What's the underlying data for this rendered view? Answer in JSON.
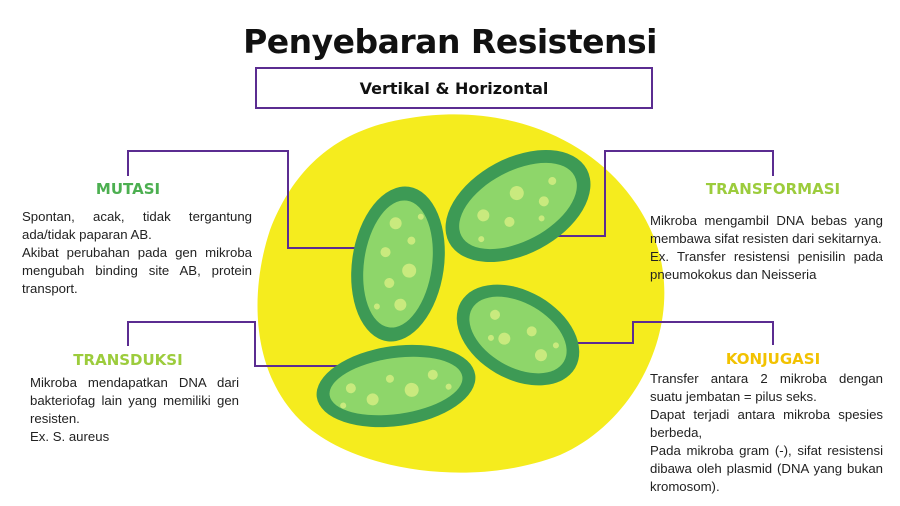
{
  "header": {
    "title": "Penyebaran Resistensi",
    "subtitle": "Vertikal & Horizontal"
  },
  "sections": {
    "mutasi": {
      "heading": "MUTASI",
      "lines": [
        "Spontan, acak, tidak tergantung ada/tidak paparan AB.",
        "Akibat perubahan pada gen mikroba mengubah binding site AB, protein transport."
      ]
    },
    "transduksi": {
      "heading": "TRANSDUKSI",
      "lines": [
        "Mikroba mendapatkan DNA dari bakteriofag lain yang memiliki gen resisten.",
        "Ex. S. aureus"
      ]
    },
    "transformasi": {
      "heading": "TRANSFORMASI",
      "lines": [
        "Mikroba mengambil DNA bebas yang membawa sifat resisten dari sekitarnya.",
        "Ex. Transfer resistensi penisilin pada pneumokokus dan Neisseria"
      ]
    },
    "konjugasi": {
      "heading": "KONJUGASI",
      "lines": [
        "Transfer antara 2 mikroba dengan suatu jembatan = pilus seks.",
        "Dapat terjadi antara mikroba spesies berbeda,",
        "Pada mikroba gram (-), sifat resistensi dibawa oleh plasmid (DNA yang bukan kromosom)."
      ]
    }
  },
  "colors": {
    "blob": "#f5ec1e",
    "cell_outer": "#3d9a55",
    "cell_inner": "#8ed66a",
    "spot": "#c9ea7e",
    "connector": "#5b2c91",
    "mutasi": "#4caf50",
    "transduksi": "#9ccc3c",
    "transformasi": "#9ccc3c",
    "konjugasi": "#f2c200"
  }
}
